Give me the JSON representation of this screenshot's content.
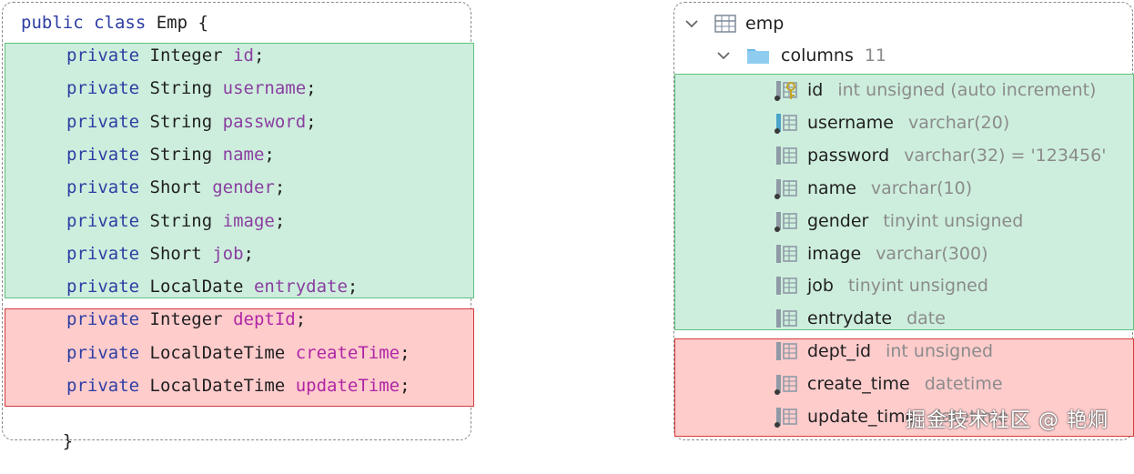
{
  "code": {
    "header": "public class Emp {",
    "footer": "}",
    "fields": [
      {
        "modifier": "private",
        "type": "Integer",
        "name": "id"
      },
      {
        "modifier": "private",
        "type": "String",
        "name": "username"
      },
      {
        "modifier": "private",
        "type": "String",
        "name": "password"
      },
      {
        "modifier": "private",
        "type": "String",
        "name": "name"
      },
      {
        "modifier": "private",
        "type": "Short",
        "name": "gender"
      },
      {
        "modifier": "private",
        "type": "String",
        "name": "image"
      },
      {
        "modifier": "private",
        "type": "Short",
        "name": "job"
      },
      {
        "modifier": "private",
        "type": "LocalDate",
        "name": "entrydate"
      },
      {
        "modifier": "private",
        "type": "Integer",
        "name": "deptId"
      },
      {
        "modifier": "private",
        "type": "LocalDateTime",
        "name": "createTime"
      },
      {
        "modifier": "private",
        "type": "LocalDateTime",
        "name": "updateTime"
      }
    ]
  },
  "tree": {
    "table": {
      "name": "emp",
      "icon": "table-icon"
    },
    "columns_folder": {
      "label": "columns",
      "count": "11",
      "icon": "folder-icon"
    },
    "columns": [
      {
        "name": "id",
        "type": "int unsigned (auto increment)",
        "icon": "primary-key-column-icon"
      },
      {
        "name": "username",
        "type": "varchar(20)",
        "icon": "unique-column-icon"
      },
      {
        "name": "password",
        "type": "varchar(32) = '123456'",
        "icon": "column-icon"
      },
      {
        "name": "name",
        "type": "varchar(10)",
        "icon": "not-null-column-icon"
      },
      {
        "name": "gender",
        "type": "tinyint unsigned",
        "icon": "not-null-column-icon"
      },
      {
        "name": "image",
        "type": "varchar(300)",
        "icon": "column-icon"
      },
      {
        "name": "job",
        "type": "tinyint unsigned",
        "icon": "column-icon"
      },
      {
        "name": "entrydate",
        "type": "date",
        "icon": "column-icon"
      },
      {
        "name": "dept_id",
        "type": "int unsigned",
        "icon": "column-icon"
      },
      {
        "name": "create_time",
        "type": "datetime",
        "icon": "not-null-column-icon"
      },
      {
        "name": "update_time",
        "type": "datetime",
        "icon": "not-null-column-icon"
      }
    ]
  },
  "watermark": "掘金技术社区 @ 艳炯",
  "colors": {
    "green_fill": "#cdeedd",
    "green_border": "#5fc27f",
    "red_fill": "#ffcccc",
    "red_border": "#d43a3a",
    "keyword": "#2d3ea3",
    "field": "#8a3fa0"
  }
}
